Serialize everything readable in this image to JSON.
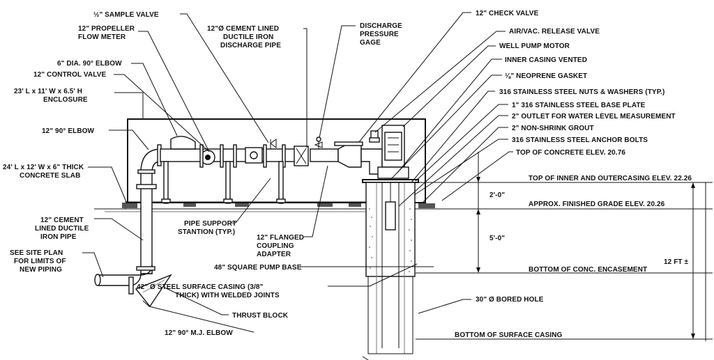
{
  "labels": {
    "sample_valve": "½\" SAMPLE VALVE",
    "propeller_meter_1": "12\" PROPELLER",
    "propeller_meter_2": "FLOW METER",
    "elbow_6_90": "6\" DIA. 90° ELBOW",
    "control_valve": "12\" CONTROL VALVE",
    "enclosure_1": "23' L x 11' W x 6.5' H",
    "enclosure_2": "ENCLOSURE",
    "elbow_12_90": "12\" 90° ELBOW",
    "slab_1": "24' L x 12' W x 6\" THICK",
    "slab_2": "CONCRETE SLAB",
    "cement_pipe_1": "12\" CEMENT",
    "cement_pipe_2": "LINED DUCTILE",
    "cement_pipe_3": "IRON PIPE",
    "site_plan_1": "SEE SITE PLAN",
    "site_plan_2": "FOR LIMITS OF",
    "site_plan_3": "NEW PIPING",
    "discharge_pipe_1": "12\"Ø CEMENT LINED",
    "discharge_pipe_2": "DUCTILE IRON",
    "discharge_pipe_3": "DISCHARGE PIPE",
    "pressure_gage_1": "DISCHARGE",
    "pressure_gage_2": "PRESSURE",
    "pressure_gage_3": "GAGE",
    "pipe_support_1": "PIPE SUPPORT",
    "pipe_support_2": "STANTION (TYP.)",
    "flanged_coupling_1": "12\" FLANGED",
    "flanged_coupling_2": "COUPLING",
    "flanged_coupling_3": "ADAPTER",
    "pump_base": "48\" SQUARE PUMP BASE",
    "surface_casing_1": "42\" Ø STEEL SURFACE CASING (3/8\"",
    "surface_casing_2": "THICK) WITH WELDED JOINTS",
    "thrust_block": "THRUST BLOCK",
    "mj_elbow": "12\" 90° M.J. ELBOW",
    "check_valve": "12\" CHECK VALVE",
    "air_release": "AIR/VAC. RELEASE VALVE",
    "well_pump_motor": "WELL PUMP MOTOR",
    "inner_casing": "INNER CASING VENTED",
    "neoprene_gasket": "⅛\" NEOPRENE GASKET",
    "nuts_washers": "316 STAINLESS STEEL NUTS & WASHERS (TYP.)",
    "base_plate": "1\" 316 STAINLESS STEEL BASE PLATE",
    "water_level_outlet": "2\" OUTLET FOR WATER LEVEL MEASUREMENT",
    "grout": "2\" NON-SHRINK GROUT",
    "anchor_bolts": "316 STAINLESS STEEL  ANCHOR BOLTS",
    "top_concrete": "TOP OF CONCRETE ELEV. 20.76",
    "top_casing": "TOP OF INNER AND OUTERCASING ELEV. 22.26",
    "finished_grade": "APPROX. FINISHED GRADE ELEV. 20.26",
    "bottom_encasement": "BOTTOM OF CONC. ENCASEMENT",
    "bored_hole": "30\" Ø  BORED HOLE",
    "bottom_surface_casing": "BOTTOM OF SURFACE CASING",
    "dim_2ft": "2'-0\"",
    "dim_5ft": "5'-0\"",
    "dim_12ft": "12 FT ±"
  }
}
